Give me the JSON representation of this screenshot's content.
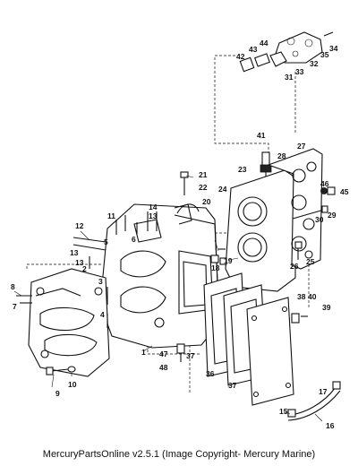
{
  "footer": {
    "caption": "MercuryPartsOnline v2.5.1 (Image Copyright- Mercury Marine)"
  },
  "callouts": [
    {
      "id": "c1",
      "text": "1"
    },
    {
      "id": "c2",
      "text": "2"
    },
    {
      "id": "c3",
      "text": "3"
    },
    {
      "id": "c4",
      "text": "4"
    },
    {
      "id": "c5",
      "text": "5"
    },
    {
      "id": "c6",
      "text": "6"
    },
    {
      "id": "c7",
      "text": "7"
    },
    {
      "id": "c8",
      "text": "8"
    },
    {
      "id": "c9",
      "text": "9"
    },
    {
      "id": "c10",
      "text": "10"
    },
    {
      "id": "c11",
      "text": "11"
    },
    {
      "id": "c12",
      "text": "12"
    },
    {
      "id": "c13a",
      "text": "13"
    },
    {
      "id": "c13b",
      "text": "13"
    },
    {
      "id": "c13c",
      "text": "13"
    },
    {
      "id": "c14",
      "text": "14"
    },
    {
      "id": "c15",
      "text": "15"
    },
    {
      "id": "c16",
      "text": "16"
    },
    {
      "id": "c17",
      "text": "17"
    },
    {
      "id": "c18",
      "text": "18"
    },
    {
      "id": "c19",
      "text": "19"
    },
    {
      "id": "c20",
      "text": "20"
    },
    {
      "id": "c21",
      "text": "21"
    },
    {
      "id": "c22",
      "text": "22"
    },
    {
      "id": "c23",
      "text": "23"
    },
    {
      "id": "c24",
      "text": "24"
    },
    {
      "id": "c25",
      "text": "25"
    },
    {
      "id": "c26",
      "text": "26"
    },
    {
      "id": "c27",
      "text": "27"
    },
    {
      "id": "c28",
      "text": "28"
    },
    {
      "id": "c29",
      "text": "29"
    },
    {
      "id": "c30",
      "text": "30"
    },
    {
      "id": "c31",
      "text": "31"
    },
    {
      "id": "c32",
      "text": "32"
    },
    {
      "id": "c33",
      "text": "33"
    },
    {
      "id": "c34",
      "text": "34"
    },
    {
      "id": "c35",
      "text": "35"
    },
    {
      "id": "c36",
      "text": "36"
    },
    {
      "id": "c37a",
      "text": "37"
    },
    {
      "id": "c37b",
      "text": "37"
    },
    {
      "id": "c38",
      "text": "38"
    },
    {
      "id": "c39",
      "text": "39"
    },
    {
      "id": "c40",
      "text": "40"
    },
    {
      "id": "c41",
      "text": "41"
    },
    {
      "id": "c42",
      "text": "42"
    },
    {
      "id": "c43",
      "text": "43"
    },
    {
      "id": "c44",
      "text": "44"
    },
    {
      "id": "c45",
      "text": "45"
    },
    {
      "id": "c46",
      "text": "46"
    },
    {
      "id": "c47",
      "text": "47"
    },
    {
      "id": "c48",
      "text": "48"
    }
  ]
}
